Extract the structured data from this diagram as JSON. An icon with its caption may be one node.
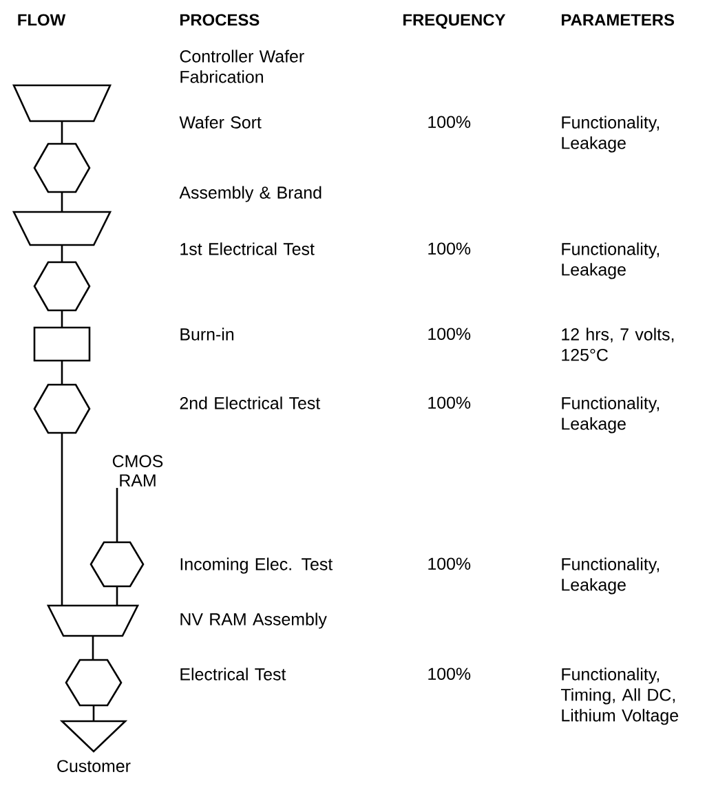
{
  "diagram": {
    "nodes": [
      {
        "text": [],
        "shape": "trapezoid"
      },
      {
        "text": [],
        "shape": "hexagon"
      },
      {
        "text": [],
        "shape": "trapezoid"
      },
      {
        "text": [],
        "shape": "hexagon"
      },
      {
        "text": [],
        "shape": "box"
      },
      {
        "text": [],
        "shape": "hexagon"
      },
      {
        "text": [
          "CMOS RAM"
        ]
      },
      {
        "text": [],
        "shape": "hexagon"
      },
      {
        "text": [],
        "shape": "trapezoid"
      },
      {
        "text": [],
        "shape": "hexagon"
      },
      {
        "text": [],
        "shape": "triangle",
        "beside": [
          "Customer"
        ]
      }
    ],
    "edges": [
      {
        "from": 0,
        "to": 1,
        "arrow": "none"
      },
      {
        "from": 1,
        "to": 2,
        "arrow": "none"
      },
      {
        "from": 2,
        "to": 3,
        "arrow": "none"
      },
      {
        "from": 3,
        "to": 4,
        "arrow": "none"
      },
      {
        "from": 4,
        "to": 5,
        "arrow": "none"
      },
      {
        "from": 5,
        "to": 8,
        "arrow": "none"
      },
      {
        "from": 6,
        "to": 7,
        "arrow": "none"
      },
      {
        "from": 7,
        "to": 8,
        "arrow": "none"
      },
      {
        "from": 8,
        "to": 9,
        "arrow": "none"
      },
      {
        "from": 9,
        "to": 10,
        "arrow": "none"
      }
    ],
    "labels": [
      "FLOW",
      "PROCESS",
      "FREQUENCY",
      "PARAMETERS",
      "Controller Wafer Fabrication",
      "Wafer Sort",
      "100%",
      "Functionality, Leakage",
      "Assembly & Brand",
      "1st Electrical Test",
      "100%",
      "Functionality, Leakage",
      "Burn-in",
      "100%",
      "12 hrs, 7 volts, 125°C",
      "2nd Electrical Test",
      "100%",
      "Functionality, Leakage",
      "Incoming Elec. Test",
      "100%",
      "Functionality, Leakage",
      "NV RAM Assembly",
      "Electrical Test",
      "100%",
      "Functionality, Timing, All DC, Lithium Voltage"
    ]
  }
}
